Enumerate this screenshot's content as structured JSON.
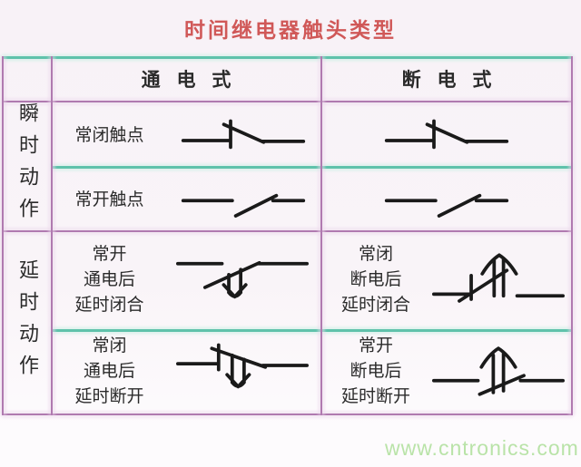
{
  "title": "时间继电器触头类型",
  "watermark": "www.cntronics.com",
  "colors": {
    "title_red": "#d05858",
    "line_green": "#5fc2ab",
    "line_pink": "#b07ab0",
    "text_dark": "#2b2b2b",
    "symbol_black": "#1a1a1a",
    "watermark_green": "#b9e3a8",
    "background": "#f9f4f8"
  },
  "table": {
    "headers": {
      "energized": "通电式",
      "deenergized": "断电式"
    },
    "row_groups": [
      {
        "label": "瞬时动作"
      },
      {
        "label": "延时动作"
      }
    ],
    "rows": [
      {
        "energized": {
          "label": "常闭触点",
          "symbol": "nc-contact"
        },
        "deenergized": {
          "symbol": "nc-contact"
        }
      },
      {
        "energized": {
          "label": "常开触点",
          "symbol": "no-contact"
        },
        "deenergized": {
          "symbol": "no-contact"
        }
      },
      {
        "energized": {
          "lines": [
            "常开",
            "通电后",
            "延时闭合"
          ],
          "symbol": "no-contact-on-delay-close"
        },
        "deenergized": {
          "lines": [
            "常闭",
            "断电后",
            "延时闭合"
          ],
          "symbol": "nc-contact-off-delay-close"
        }
      },
      {
        "energized": {
          "lines": [
            "常闭",
            "通电后",
            "延时断开"
          ],
          "symbol": "nc-contact-on-delay-open"
        },
        "deenergized": {
          "lines": [
            "常开",
            "断电后",
            "延时断开"
          ],
          "symbol": "no-contact-off-delay-open"
        }
      }
    ]
  }
}
